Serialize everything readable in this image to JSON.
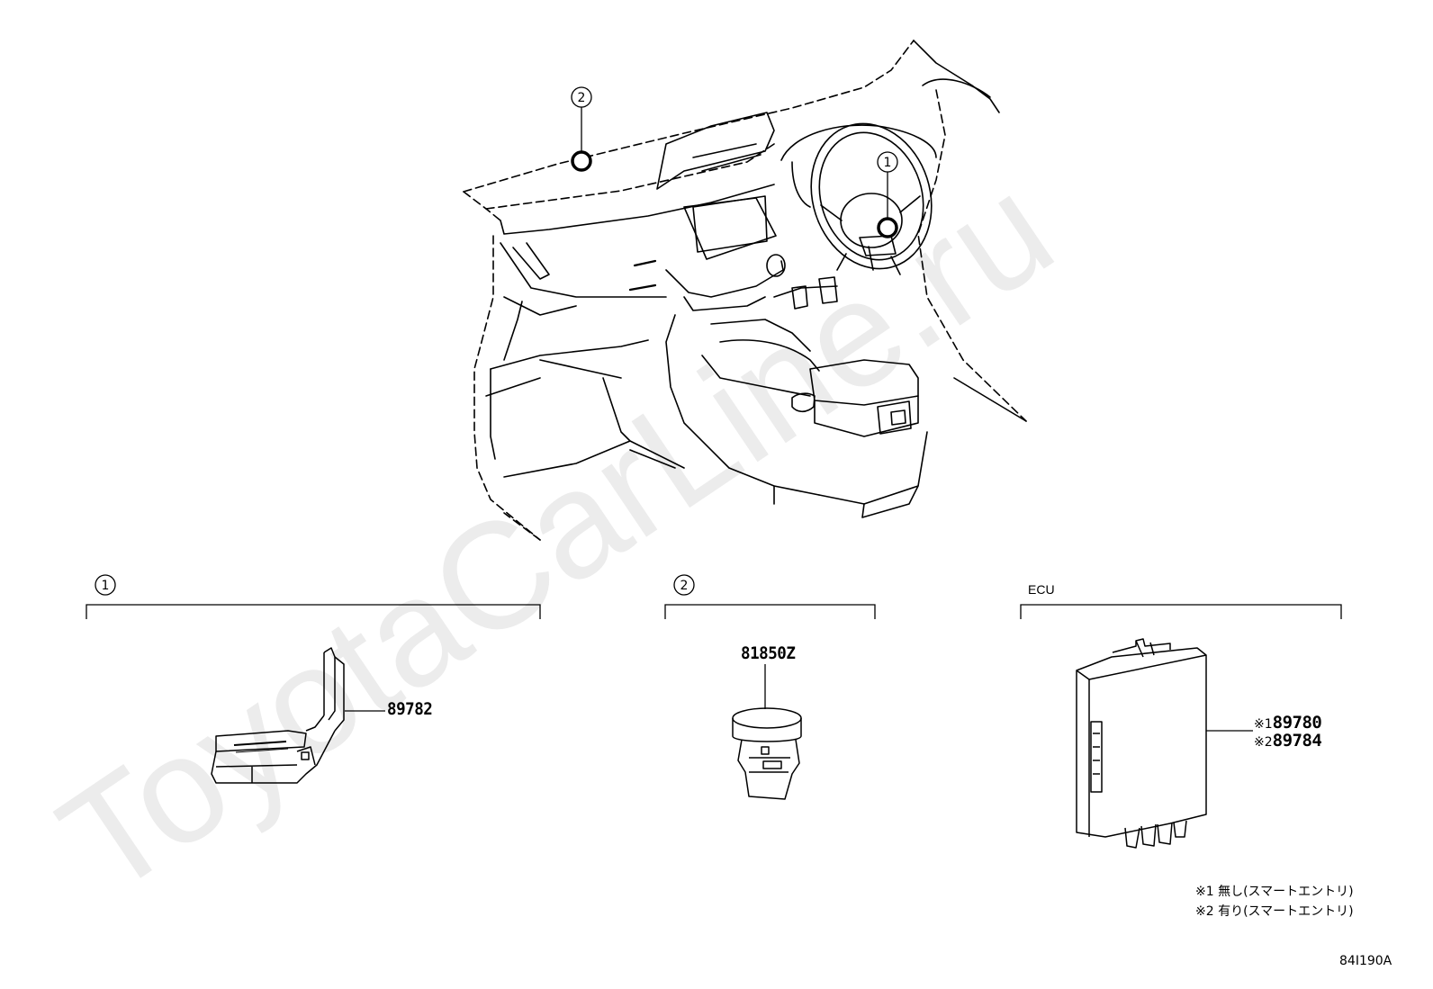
{
  "callouts": {
    "marker_1": "1",
    "marker_2": "2"
  },
  "sections": [
    {
      "marker": "1",
      "part_number": "89782"
    },
    {
      "marker": "2",
      "part_number": "81850Z"
    },
    {
      "label": "ECU",
      "part_numbers": [
        {
          "prefix": "※1",
          "number": "89780"
        },
        {
          "prefix": "※2",
          "number": "89784"
        }
      ]
    }
  ],
  "notes": [
    "※1 無し(スマートエントリ)",
    "※2 有り(スマートエントリ)"
  ],
  "diagram_code": "84I190A",
  "watermark": "ToyotaCarLine.ru"
}
